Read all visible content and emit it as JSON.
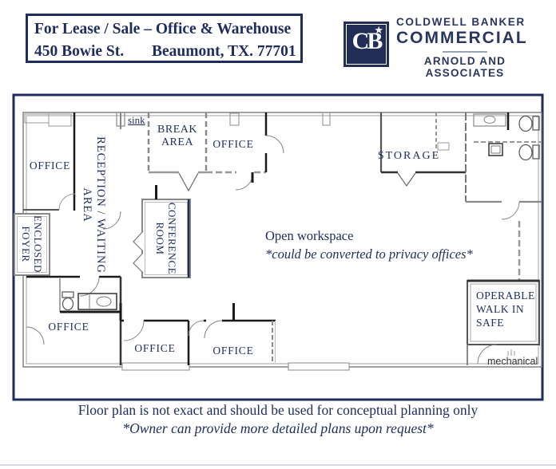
{
  "header": {
    "line1": "For Lease / Sale – Office & Warehouse",
    "address": "450 Bowie St.",
    "city": "Beaumont, TX. 77701"
  },
  "logo": {
    "monogram": "CB",
    "star": "★",
    "brand1": "COLDWELL BANKER",
    "brand2": "COMMERCIAL",
    "sub1": "ARNOLD AND",
    "sub2": "ASSOCIATES"
  },
  "plan": {
    "office_top_left": "OFFICE",
    "reception": "RECEPTION / WAITING AREA",
    "sink": "sink",
    "break_area": "BREAK AREA",
    "office_top_middle": "OFFICE",
    "storage": "STORAGE",
    "conference1": "CONFERENCE",
    "conference2": "ROOM",
    "foyer1": "ENCLOSED",
    "foyer2": "FOYER",
    "open1": "Open workspace",
    "open2": "*could be converted to privacy offices*",
    "safe1": "OPERABLE",
    "safe2": "WALK IN",
    "safe3": "SAFE",
    "mechanical": "mechanical",
    "office_bottom_left": "OFFICE",
    "office_bottom_mid1": "OFFICE",
    "office_bottom_mid2": "OFFICE"
  },
  "footer": {
    "line1": "Floor plan is not exact and should be used for conceptual planning only",
    "line2": "*Owner can provide more detailed plans upon request*"
  },
  "colors": {
    "navy": "#1e2c5e",
    "wall_gray": "#8a8a8a",
    "wall_dark": "#1a1a1a"
  }
}
